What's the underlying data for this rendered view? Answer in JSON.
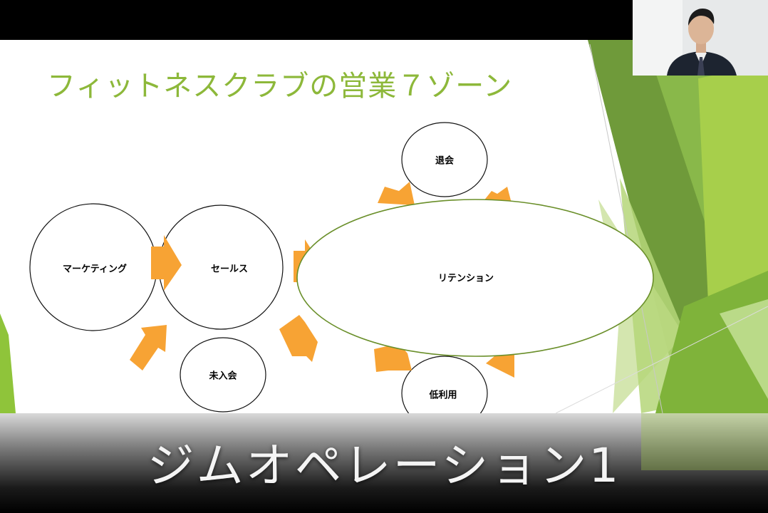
{
  "slide": {
    "title": "フィットネスクラブの営業７ゾーン",
    "nodes": {
      "marketing": "マーケティング",
      "sales": "セールス",
      "retention": "リテンション",
      "withdrawal": "退会",
      "non_member": "未入会",
      "low_usage": "低利用"
    },
    "colors": {
      "title": "#8db83a",
      "arrow": "#f7a334",
      "retention_outline": "#6a8f2a",
      "accent_green": "#8fc43a"
    }
  },
  "caption": {
    "text": "ジムオペレーション1"
  },
  "webcam": {
    "icons": [
      "presenter-video-icon"
    ]
  }
}
